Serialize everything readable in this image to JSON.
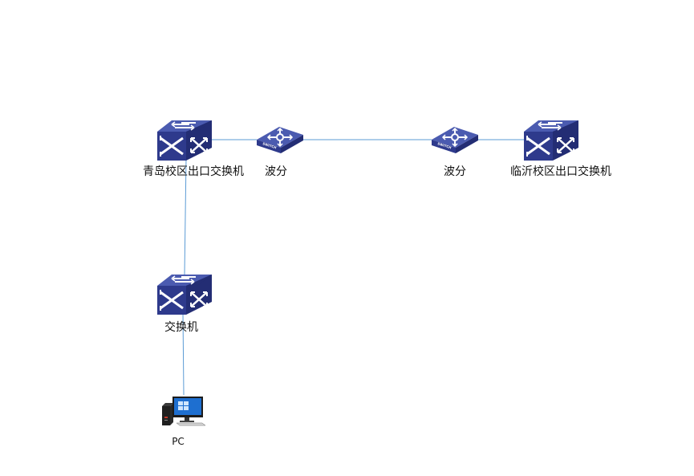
{
  "diagram": {
    "type": "network-topology",
    "line_color": "#5b9bd5",
    "device_colors": {
      "front": "#2e3a8c",
      "side": "#232d74",
      "top": "#4b5bb0",
      "glyph": "#ffffff"
    },
    "nodes": [
      {
        "id": "qd-core",
        "kind": "core-switch",
        "label": "青岛校区出口交换机"
      },
      {
        "id": "wdm-1",
        "kind": "switch",
        "label": "波分",
        "icon_text": "SWITCH"
      },
      {
        "id": "wdm-2",
        "kind": "switch",
        "label": "波分",
        "icon_text": "SWITCH"
      },
      {
        "id": "ly-core",
        "kind": "core-switch",
        "label": "临沂校区出口交换机"
      },
      {
        "id": "access",
        "kind": "core-switch",
        "label": "交换机"
      },
      {
        "id": "pc",
        "kind": "pc",
        "label": "PC"
      }
    ],
    "links": [
      {
        "from": "qd-core",
        "to": "wdm-1"
      },
      {
        "from": "wdm-1",
        "to": "wdm-2"
      },
      {
        "from": "wdm-2",
        "to": "ly-core"
      },
      {
        "from": "qd-core",
        "to": "access"
      },
      {
        "from": "access",
        "to": "pc"
      }
    ]
  }
}
